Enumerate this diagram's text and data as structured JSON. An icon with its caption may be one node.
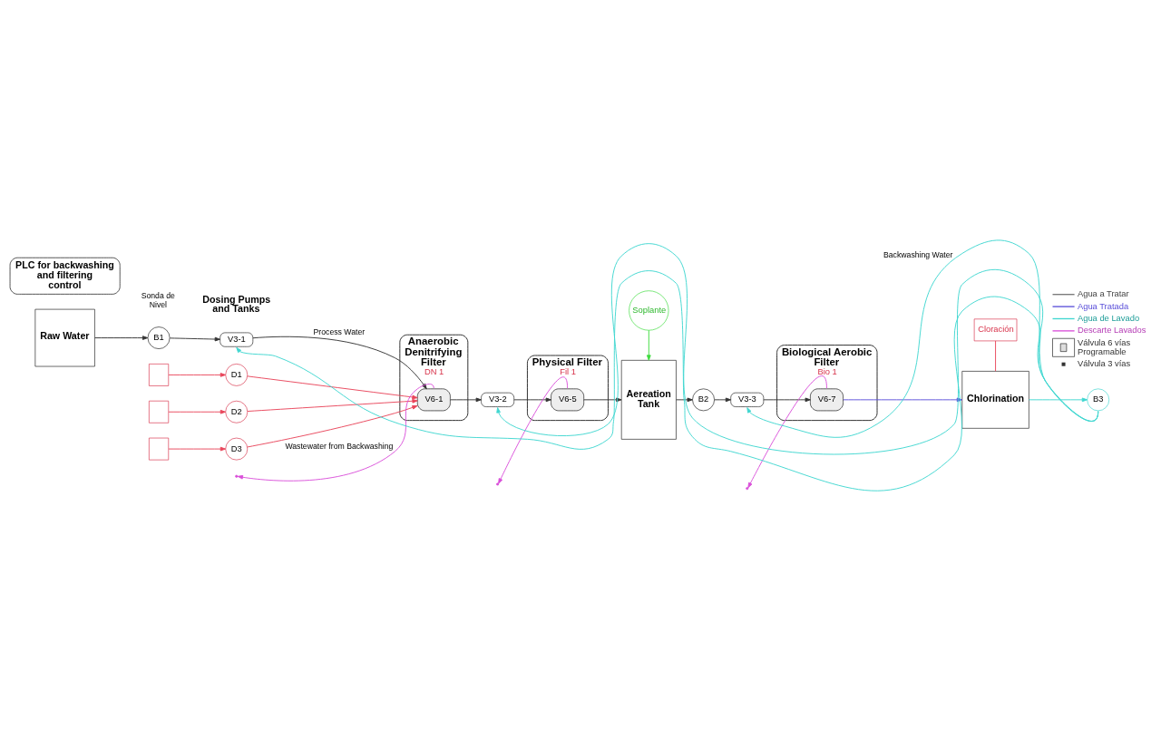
{
  "diagram": {
    "nodes": [
      {
        "text": [
          "Raw Water"
        ]
      },
      {
        "text": [
          "B1"
        ]
      },
      {
        "text": [
          "V3-1"
        ]
      },
      {
        "text": [
          "D1"
        ]
      },
      {
        "text": [
          "D2"
        ]
      },
      {
        "text": [
          "D3"
        ]
      },
      {
        "text": [],
        "shape": "box"
      },
      {
        "text": [],
        "shape": "box"
      },
      {
        "text": [],
        "shape": "box"
      },
      {
        "text": [
          "Anaerobic Denitrifying Filter",
          "DN 1"
        ]
      },
      {
        "text": [
          "V6-1"
        ],
        "in": 9
      },
      {
        "text": [
          "V3-2"
        ]
      },
      {
        "text": [
          "Physical Filter",
          "Fil 1"
        ]
      },
      {
        "text": [
          "V6-5"
        ],
        "in": 12
      },
      {
        "text": [
          "Aereation Tank"
        ]
      },
      {
        "text": [
          "Soplante"
        ]
      },
      {
        "text": [
          "B2"
        ]
      },
      {
        "text": [
          "V3-3"
        ]
      },
      {
        "text": [
          "Biological Aerobic Filter",
          "Bio 1"
        ]
      },
      {
        "text": [
          "V6-7"
        ],
        "in": 18
      },
      {
        "text": [
          "Chlorination"
        ]
      },
      {
        "text": [
          "Cloración"
        ]
      },
      {
        "text": [
          "B3"
        ]
      },
      {
        "text": [
          "PLC for backwashing and filtering control"
        ]
      }
    ],
    "edges": [
      {
        "from": 0,
        "to": 1,
        "arrow": "to"
      },
      {
        "from": 1,
        "to": 2,
        "arrow": "to"
      },
      {
        "from": 2,
        "to": 10,
        "arrow": "to",
        "label": "Process Water"
      },
      {
        "from": 6,
        "to": 3,
        "arrow": "to",
        "color": "#e8455a"
      },
      {
        "from": 7,
        "to": 4,
        "arrow": "to",
        "color": "#e8455a"
      },
      {
        "from": 8,
        "to": 5,
        "arrow": "to",
        "color": "#e8455a"
      },
      {
        "from": 3,
        "to": 10,
        "arrow": "to",
        "color": "#e8455a"
      },
      {
        "from": 4,
        "to": 10,
        "arrow": "to",
        "color": "#e8455a"
      },
      {
        "from": 5,
        "to": 10,
        "arrow": "to",
        "color": "#e8455a"
      },
      {
        "from": 10,
        "to": 11,
        "arrow": "to"
      },
      {
        "from": 11,
        "to": 13,
        "arrow": "to"
      },
      {
        "from": 13,
        "to": 14,
        "arrow": "to"
      },
      {
        "from": 15,
        "to": 14,
        "arrow": "to",
        "color": "#3ddc3d"
      },
      {
        "from": 14,
        "to": 16,
        "arrow": "to"
      },
      {
        "from": 16,
        "to": 17,
        "arrow": "to"
      },
      {
        "from": 17,
        "to": 19,
        "arrow": "to"
      },
      {
        "from": 19,
        "to": 20,
        "arrow": "to",
        "color": "#5a4fd9"
      },
      {
        "from": 21,
        "to": 20,
        "arrow": "none",
        "color": "#e8455a"
      },
      {
        "from": 20,
        "to": 22,
        "arrow": "to",
        "color": "#3fd6d0"
      },
      {
        "from": 22,
        "to": 17,
        "arrow": "to",
        "color": "#3fd6d0",
        "label": "Backwashing Water"
      },
      {
        "from": 22,
        "to": 11,
        "arrow": "to",
        "color": "#3fd6d0"
      },
      {
        "from": 22,
        "to": 2,
        "arrow": "to",
        "color": "#3fd6d0"
      },
      {
        "from": 10,
        "to": null,
        "arrow": "to",
        "color": "#d94fd9",
        "label": "Wastewater from Backwashing"
      },
      {
        "from": 13,
        "to": null,
        "arrow": "to",
        "color": "#d94fd9"
      },
      {
        "from": 19,
        "to": null,
        "arrow": "to",
        "color": "#d94fd9"
      }
    ],
    "labels": [
      "Sonda de Nivel",
      "Dosing Pumps and Tanks"
    ],
    "legend": [
      {
        "text": "Agua a Tratar"
      },
      {
        "text": "Agua Tratada"
      },
      {
        "text": "Agua de Lavado"
      },
      {
        "text": "Descarte Lavados"
      },
      {
        "text": "Válvula 6 vías Programable"
      },
      {
        "text": "Válvula 3 vías"
      }
    ]
  }
}
